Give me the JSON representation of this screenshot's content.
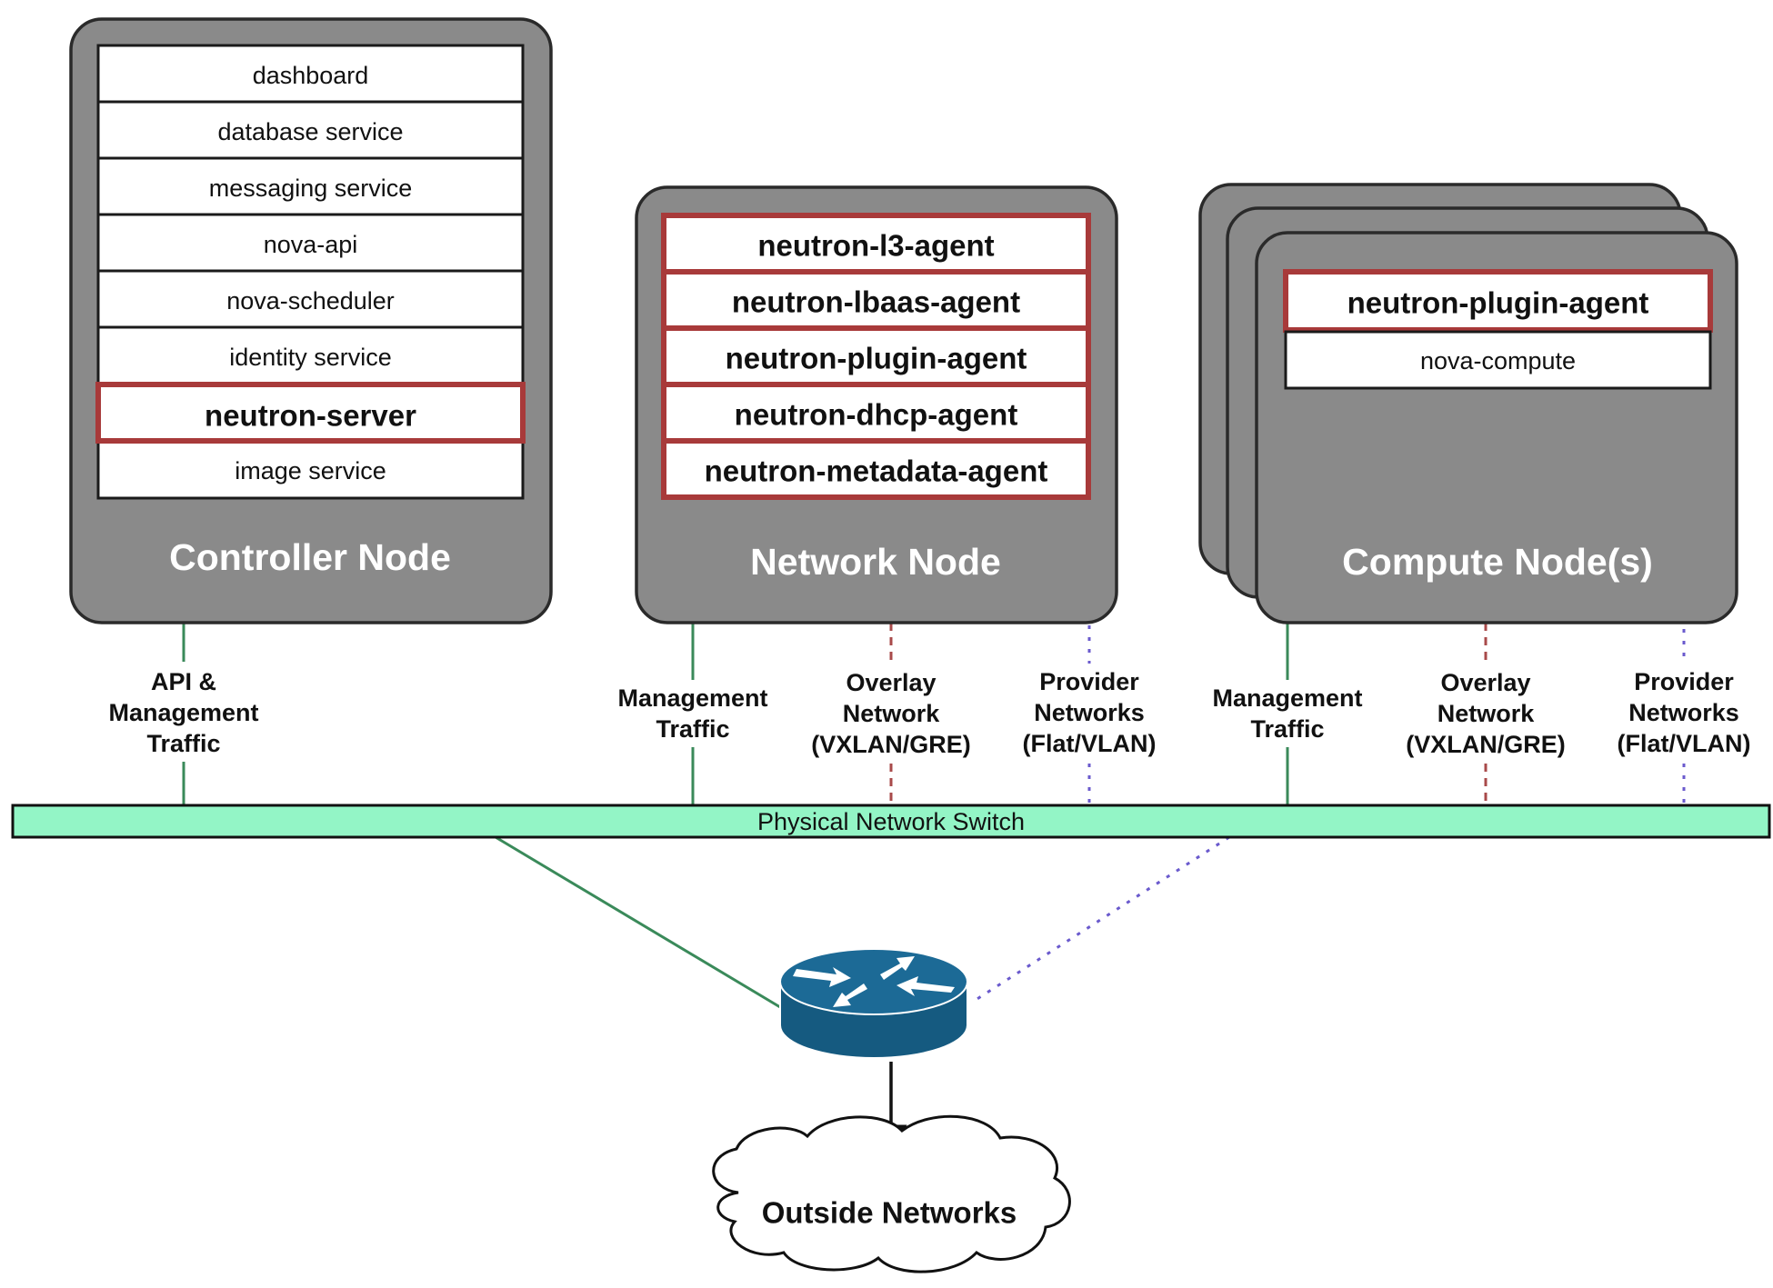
{
  "colors": {
    "node_fill": "#8a8a8a",
    "node_border": "#2a2a2a",
    "highlight_border": "#a83a3a",
    "switch_fill": "#93f5c6",
    "router_blue": "#1c6a96",
    "management_line": "#3a8a5a",
    "overlay_line": "#a84a4a",
    "provider_line": "#6a5acd"
  },
  "controller": {
    "title": "Controller Node",
    "services": [
      {
        "label": "dashboard",
        "highlight": false
      },
      {
        "label": "database service",
        "highlight": false
      },
      {
        "label": "messaging service",
        "highlight": false
      },
      {
        "label": "nova-api",
        "highlight": false
      },
      {
        "label": "nova-scheduler",
        "highlight": false
      },
      {
        "label": "identity service",
        "highlight": false
      },
      {
        "label": "neutron-server",
        "highlight": true
      },
      {
        "label": "image service",
        "highlight": false
      }
    ],
    "link_label": [
      "API &",
      "Management",
      "Traffic"
    ]
  },
  "network": {
    "title": "Network Node",
    "services": [
      {
        "label": "neutron-l3-agent",
        "highlight": true
      },
      {
        "label": "neutron-lbaas-agent",
        "highlight": true
      },
      {
        "label": "neutron-plugin-agent",
        "highlight": true
      },
      {
        "label": "neutron-dhcp-agent",
        "highlight": true
      },
      {
        "label": "neutron-metadata-agent",
        "highlight": true
      }
    ],
    "links": {
      "management": [
        "Management",
        "Traffic"
      ],
      "overlay": [
        "Overlay",
        "Network",
        "(VXLAN/GRE)"
      ],
      "provider": [
        "Provider",
        "Networks",
        "(Flat/VLAN)"
      ]
    }
  },
  "compute": {
    "title": "Compute Node(s)",
    "services": [
      {
        "label": "neutron-plugin-agent",
        "highlight": true
      },
      {
        "label": "nova-compute",
        "highlight": false
      }
    ],
    "links": {
      "management": [
        "Management",
        "Traffic"
      ],
      "overlay": [
        "Overlay",
        "Network",
        "(VXLAN/GRE)"
      ],
      "provider": [
        "Provider",
        "Networks",
        "(Flat/VLAN)"
      ]
    }
  },
  "switch": {
    "label": "Physical Network Switch"
  },
  "router": {
    "icon": "router-icon"
  },
  "outside": {
    "label": "Outside Networks"
  }
}
